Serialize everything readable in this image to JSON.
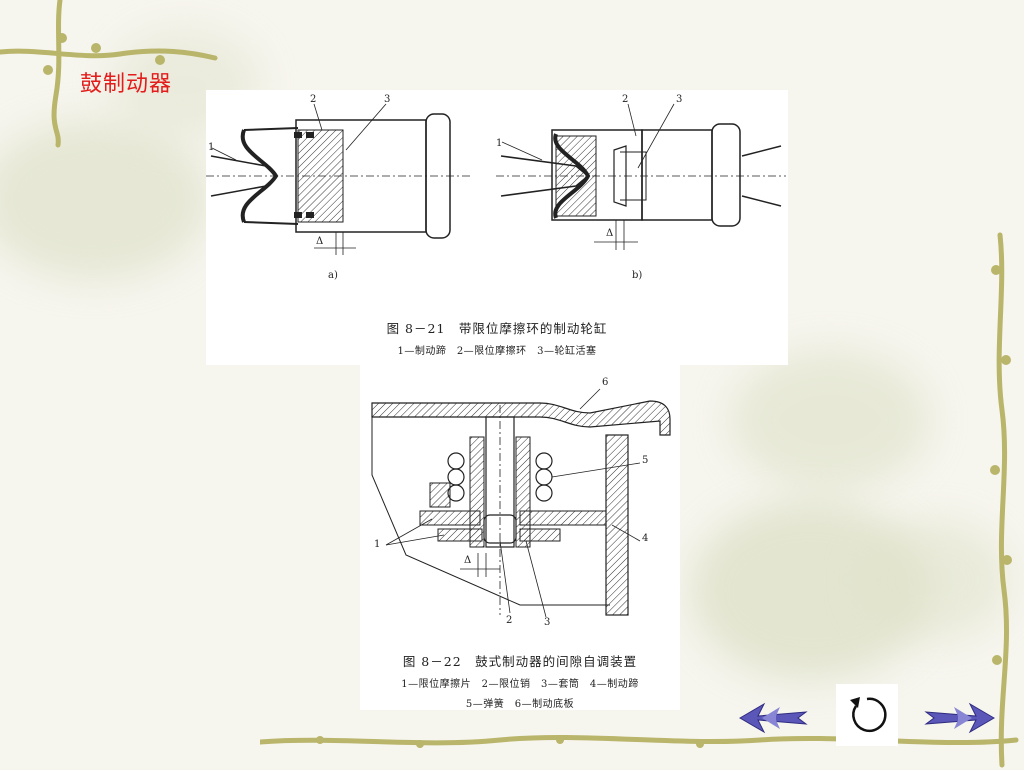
{
  "slide": {
    "title": "鼓制动器"
  },
  "figure_8_21": {
    "caption": "图 8－21　带限位摩擦环的制动轮缸",
    "legend": "1—制动蹄　2—限位摩擦环　3—轮缸活塞",
    "sub_a": "a)",
    "sub_b": "b)",
    "labels": {
      "n1": "1",
      "n2": "2",
      "n3": "3",
      "delta": "Δ"
    }
  },
  "figure_8_22": {
    "caption": "图 8－22　鼓式制动器的间隙自调装置",
    "legend_line1": "1—限位摩擦片　2—限位销　3—套筒　4—制动蹄",
    "legend_line2": "5—弹簧　6—制动底板",
    "labels": {
      "n1": "1",
      "n2": "2",
      "n3": "3",
      "n4": "4",
      "n5": "5",
      "n6": "6",
      "delta": "Δ"
    }
  },
  "nav": {
    "prev_icon": "double-arrow-left-icon",
    "replay_icon": "replay-icon",
    "next_icon": "double-arrow-right-icon"
  },
  "colors": {
    "title": "#e31c1c",
    "vine": "#b9b56a",
    "nav_arrow": "#5b57b8"
  }
}
